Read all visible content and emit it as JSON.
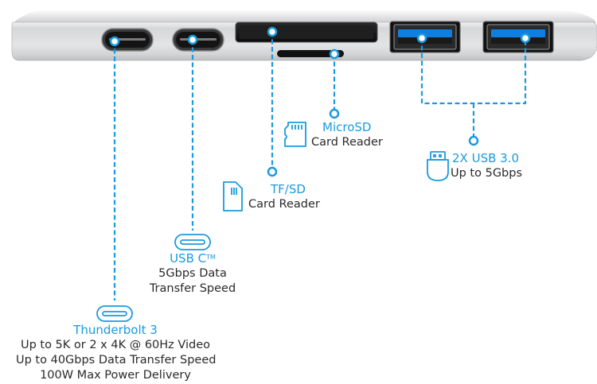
{
  "colors": {
    "accent": "#1a9ae0",
    "port_blue": "#0e7fe0",
    "text": "#2a2a2a",
    "hub_body": "#d9dadc",
    "port_dark": "#151515"
  },
  "device": {
    "name": "USB-C hub",
    "ports": [
      {
        "id": "thunderbolt3",
        "kind": "usb-c"
      },
      {
        "id": "usbc",
        "kind": "usb-c"
      },
      {
        "id": "tf-sd",
        "kind": "sd-slot"
      },
      {
        "id": "microsd",
        "kind": "microsd-slot"
      },
      {
        "id": "usb3-a",
        "kind": "usb-a"
      },
      {
        "id": "usb3-b",
        "kind": "usb-a"
      }
    ]
  },
  "callouts": {
    "thunderbolt": {
      "icon": "usb-c-port-icon",
      "title": "Thunderbolt 3",
      "lines": [
        "Up to 5K or 2 x 4K @ 60Hz Video",
        "Up to 40Gbps Data Transfer Speed",
        "100W Max Power Delivery"
      ]
    },
    "usbc": {
      "icon": "usb-c-port-icon",
      "title": "USB C",
      "title_sup": "TM",
      "lines": [
        "5Gbps Data",
        "Transfer Speed"
      ]
    },
    "tfsd": {
      "icon": "sd-card-icon",
      "title": "TF/SD",
      "lines": [
        "Card Reader"
      ]
    },
    "microsd": {
      "icon": "microsd-card-icon",
      "title": "MicroSD",
      "lines": [
        "Card Reader"
      ]
    },
    "usb3": {
      "icon": "usb-a-plug-icon",
      "title": "2X USB 3.0",
      "lines": [
        "Up to 5Gbps"
      ]
    }
  }
}
